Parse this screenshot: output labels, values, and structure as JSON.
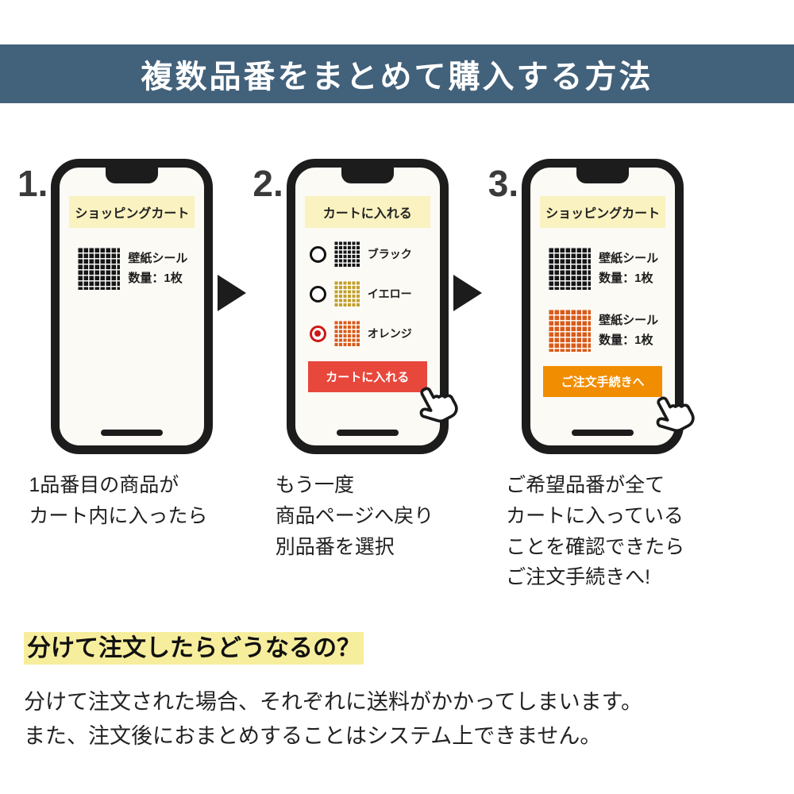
{
  "banner": {
    "title": "複数品番をまとめて購入する方法"
  },
  "colors": {
    "banner_bg": "#42617b",
    "header_highlight": "#faf2c0",
    "footer_highlight": "#f7ee9d",
    "red_button": "#e8473c",
    "orange_button": "#f18d00",
    "swatch_black": "#161616",
    "swatch_yellow": "#c2a02a",
    "swatch_orange": "#d95b1a",
    "radio_selected": "#cf1717"
  },
  "steps": [
    {
      "number": "1.",
      "phone": {
        "header": "ショッピングカート",
        "items": [
          {
            "swatch": "black",
            "line1": "壁紙シール",
            "line2": "数量：1枚"
          }
        ]
      },
      "caption": [
        "1品番目の商品が",
        "カート内に入ったら"
      ]
    },
    {
      "number": "2.",
      "phone": {
        "header": "カートに入れる",
        "options": [
          {
            "swatch": "black",
            "label": "ブラック",
            "selected": false
          },
          {
            "swatch": "yellow",
            "label": "イエロー",
            "selected": false
          },
          {
            "swatch": "orange",
            "label": "オレンジ",
            "selected": true
          }
        ],
        "button": {
          "label": "カートに入れる",
          "color": "#e8473c"
        }
      },
      "caption": [
        "もう一度",
        "商品ページへ戻り",
        "別品番を選択"
      ]
    },
    {
      "number": "3.",
      "phone": {
        "header": "ショッピングカート",
        "items": [
          {
            "swatch": "black",
            "line1": "壁紙シール",
            "line2": "数量：1枚"
          },
          {
            "swatch": "orange",
            "line1": "壁紙シール",
            "line2": "数量：1枚"
          }
        ],
        "button": {
          "label": "ご注文手続きへ",
          "color": "#f18d00"
        }
      },
      "caption": [
        "ご希望品番が全て",
        "カートに入っている",
        "ことを確認できたら",
        "ご注文手続きへ!"
      ]
    }
  ],
  "footer": {
    "heading": "分けて注文したらどうなるの？",
    "body": [
      "分けて注文された場合、それぞれに送料がかかってしまいます。",
      "また、注文後におまとめすることはシステム上できません。"
    ]
  }
}
